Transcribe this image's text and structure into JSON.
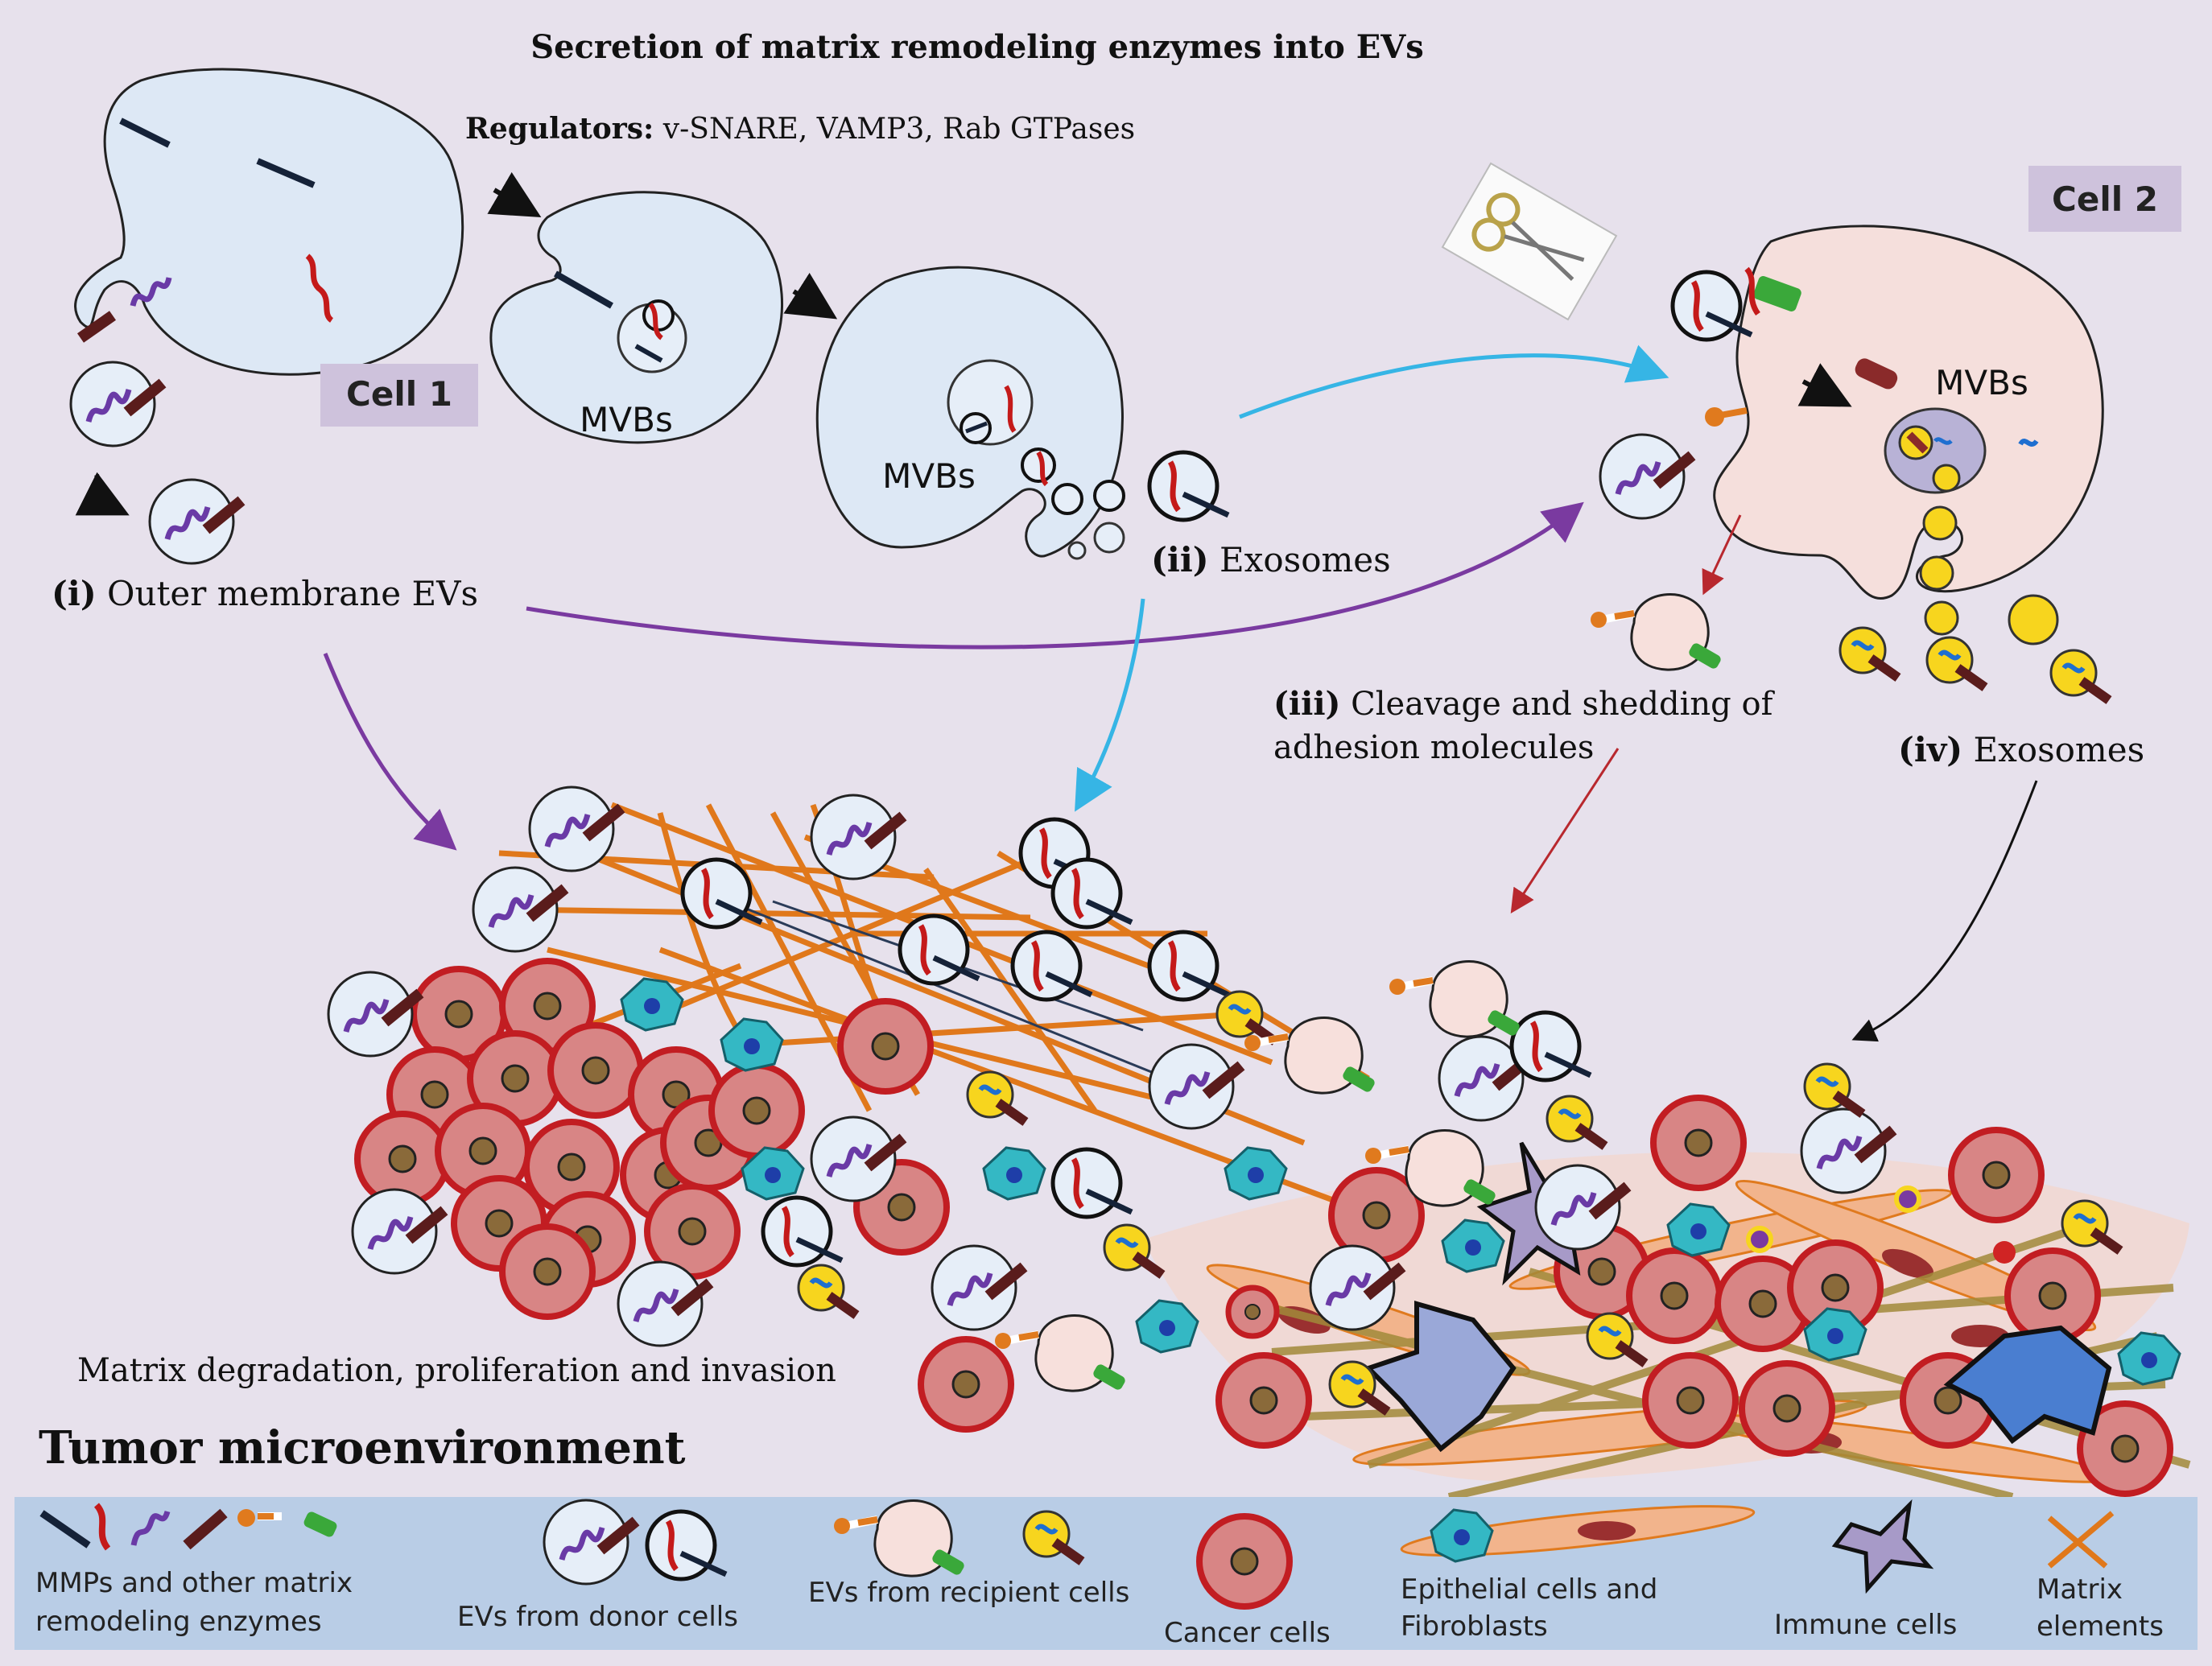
{
  "title": "Secretion of matrix remodeling enzymes into EVs",
  "regulators": {
    "label": "Regulators:",
    "text": " v-SNARE, VAMP3, Rab GTPases"
  },
  "cells": {
    "cell1": "Cell 1",
    "cell2": "Cell 2"
  },
  "mvbs": [
    "MVBs",
    "MVBs",
    "MVBs"
  ],
  "steps": {
    "i_num": "(i)",
    "i_text": " Outer membrane EVs",
    "ii_num": "(ii)",
    "ii_text": " Exosomes",
    "iii_num": "(iii)",
    "iii_text_1": " Cleavage and shedding of",
    "iii_text_2": "adhesion molecules",
    "iv_num": "(iv)",
    "iv_text": " Exosomes"
  },
  "bottom": {
    "matrix_text": "Matrix degradation, proliferation and invasion",
    "tumor_title": "Tumor microenvironment"
  },
  "legend": {
    "mmps": [
      "MMPs and other matrix",
      "remodeling enzymes"
    ],
    "donor": "EVs from donor cells",
    "recipient": "EVs from recipient cells",
    "cancer": "Cancer cells",
    "epithelial": [
      "Epithelial cells and",
      "Fibroblasts"
    ],
    "immune": "Immune cells",
    "matrix": [
      "Matrix",
      "elements"
    ]
  },
  "colors": {
    "background": "#e7e1ec",
    "cell1_fill": "#dde8f5",
    "cell2_fill": "#f5dfdc",
    "legend_band": "#b9cde6",
    "cell_label_box": "#cec2dc",
    "cancer_fill": "#d88585",
    "cancer_stroke": "#c21d22",
    "matrix_fiber": "#e0781b",
    "purple_arrow": "#7a3aa0",
    "blue_arrow": "#36b5e5",
    "red_arrow": "#b8282e",
    "enzyme_dark": "#5a1c1c",
    "enzyme_red": "#c41a1a",
    "enzyme_purple": "#6a3aa6",
    "green_tag": "#3aa83a",
    "yellow_ev": "#f7d51e",
    "immune_fill": "#a79ac8",
    "epithelial_fill": "#34b8c4",
    "fibroblast_fill": "#f2b48c"
  }
}
